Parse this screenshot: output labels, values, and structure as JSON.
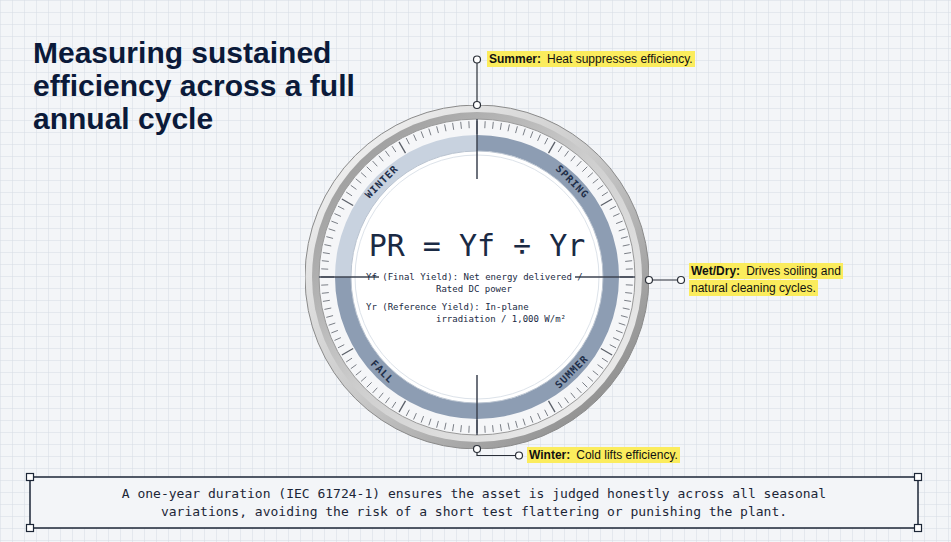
{
  "diagram": {
    "title": "Measuring sustained efficiency across a full annual cycle",
    "caption": "A one-year duration (IEC 61724-1) ensures the asset is judged honestly across all seasonal variations, avoiding the risk of a short test flattering or punishing the plant.",
    "nodes": [
      {
        "text": [
          "Summer:",
          "Heat suppresses efficiency."
        ]
      },
      {
        "text": [
          "PR = Yf ÷ Yr",
          "Yf (Final Yield): Net energy delivered / Rated DC power",
          "Yr (Reference Yield): In-plane irradiation / 1,000 W/m²"
        ]
      },
      {
        "text": [
          "Wet/Dry:",
          "Drives soiling and natural cleaning cycles."
        ]
      },
      {
        "text": [
          "Winter:",
          "Cold lifts efficiency."
        ]
      }
    ],
    "edges": [
      {
        "from": 0,
        "to": 1,
        "arrow": "none"
      },
      {
        "from": 2,
        "to": 1,
        "arrow": "none"
      },
      {
        "from": 3,
        "to": 1,
        "arrow": "none"
      }
    ],
    "labels": [
      "WINTER",
      "SPRING",
      "FALL",
      "SUMMER"
    ]
  }
}
